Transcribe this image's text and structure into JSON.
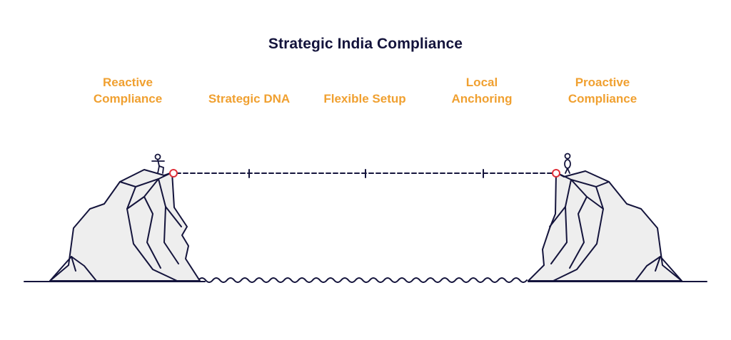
{
  "title": "Strategic India Compliance",
  "stages": [
    {
      "line1": "Reactive",
      "line2": "Compliance"
    },
    {
      "line1": "",
      "line2": "Strategic DNA"
    },
    {
      "line1": "",
      "line2": "Flexible Setup"
    },
    {
      "line1": "Local",
      "line2": "Anchoring"
    },
    {
      "line1": "Proactive",
      "line2": "Compliance"
    }
  ],
  "colors": {
    "title": "#14143c",
    "labels": "#f0a030",
    "outline": "#14143c",
    "rock_fill": "#eeeeee",
    "endpoint": "#e0303a"
  }
}
